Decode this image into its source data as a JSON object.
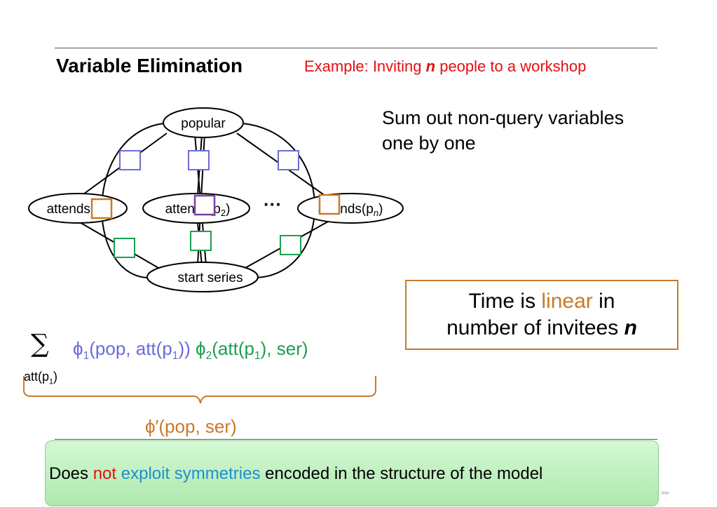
{
  "title": "Variable Elimination",
  "subtitle": {
    "prefix": "Example: Inviting ",
    "var": "n",
    "suffix": " people to a workshop"
  },
  "sumout": {
    "line1": "Sum out non-query variables",
    "line2": "one by one"
  },
  "timebox": {
    "part1": "Time is ",
    "highlight": "linear",
    "part2": " in",
    "line2": "number of invitees ",
    "var": "n"
  },
  "diagram": {
    "nodes": {
      "popular": "popular",
      "attends1": {
        "pre": "attends(p",
        "sub": "1",
        "post": ")"
      },
      "attends2": {
        "pre": "attends(p",
        "sub": "2",
        "post": ")"
      },
      "attendsn": {
        "pre": "attends(p",
        "sub": "n",
        "post": ")"
      },
      "start_series": "start series"
    },
    "ellipsis": "···"
  },
  "colors": {
    "blue": "#6b6bd8",
    "green": "#1aa050",
    "orange": "#c87a2a",
    "purple": "#7a3fa8",
    "red": "#e31010",
    "cyan": "#1f8fcf"
  },
  "formula": {
    "sum_symbol": "∑",
    "sum_sub": "att(p",
    "sum_sub_idx": "1",
    "sum_sub_end": ")",
    "phi1": "ϕ",
    "phi1_sub": "1",
    "phi1_args_a": "(pop, att(p",
    "phi1_args_idx": "1",
    "phi1_args_b": "))",
    "phi2": " ϕ",
    "phi2_sub": "2",
    "phi2_args_a": "(att(p",
    "phi2_args_idx": "1",
    "phi2_args_b": "), ser)"
  },
  "phiprime": "ϕ′(pop, ser)",
  "note": {
    "w1": "Does ",
    "w2": "not",
    "w3": " exploit symmetries",
    "w4": " encoded in the structure of the model"
  },
  "footer": "ms-"
}
